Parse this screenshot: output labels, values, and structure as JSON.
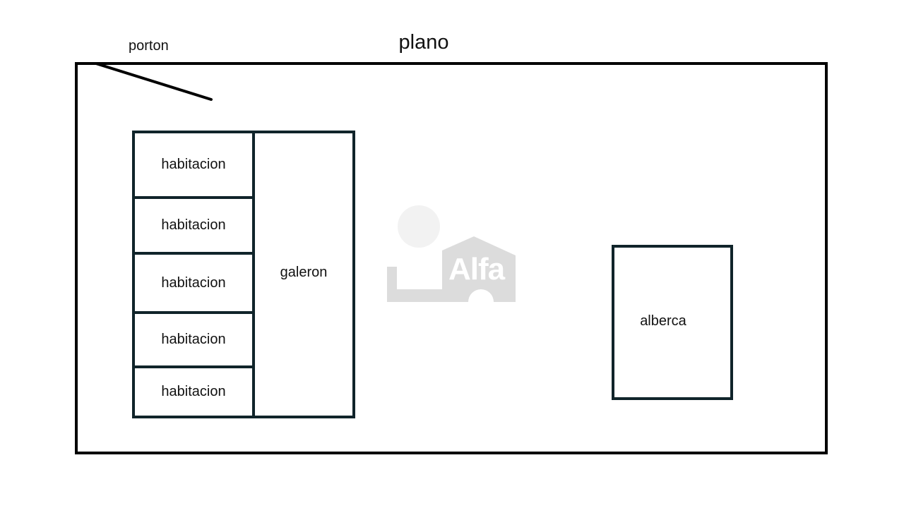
{
  "title": "plano",
  "gate": {
    "label": "porton"
  },
  "watermark": {
    "text": "Alfa",
    "color": "#dcdcdc"
  },
  "rooms": [
    {
      "label": "habitacion"
    },
    {
      "label": "habitacion"
    },
    {
      "label": "habitacion"
    },
    {
      "label": "habitacion"
    },
    {
      "label": "habitacion"
    }
  ],
  "warehouse": {
    "label": "galeron"
  },
  "pool": {
    "label": "alberca"
  },
  "colors": {
    "outline": "#000000",
    "building_outline": "#10242a"
  }
}
